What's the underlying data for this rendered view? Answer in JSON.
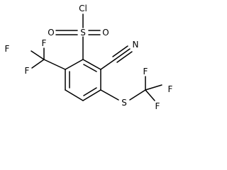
{
  "atom_labels": {
    "sulfonyl_chloride_cl": "Cl",
    "sulfonyl_s": "S",
    "sulfonyl_o_left": "O",
    "sulfonyl_o_right": "O",
    "cyano_n": "N",
    "cf3_left_f_top": "F",
    "cf3_left_f_left": "F",
    "cf3_left_f_bottom": "F",
    "thio_s": "S",
    "scf3_f_top": "F",
    "scf3_f_right": "F",
    "scf3_f_bottom": "F"
  }
}
